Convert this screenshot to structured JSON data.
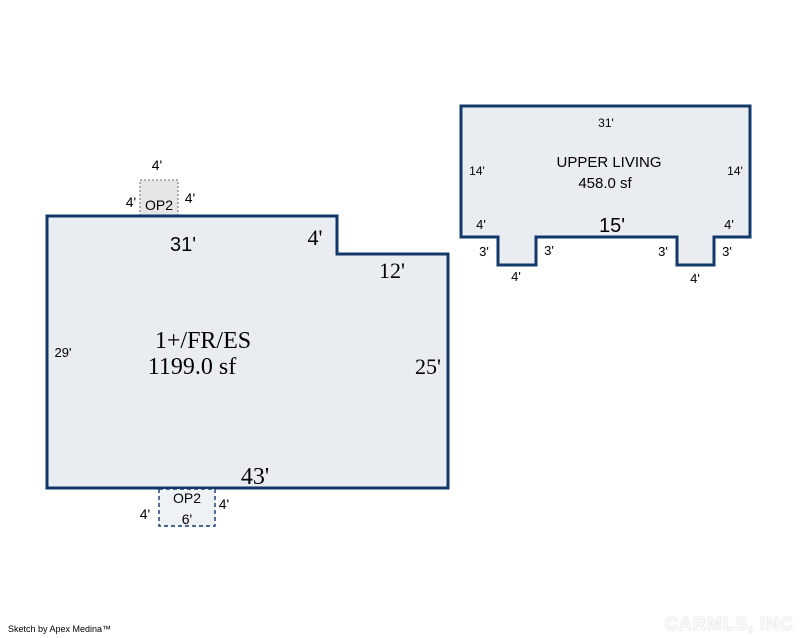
{
  "main_floor": {
    "name": "1+/FR/ES",
    "area": "1199.0 sf",
    "dims": {
      "top": "31'",
      "notch_drop": "4'",
      "notch_width": "12'",
      "left": "29'",
      "right": "25'",
      "bottom": "43'"
    }
  },
  "op_top": {
    "name": "OP2",
    "dims": {
      "top": "4'",
      "left": "4'",
      "right": "4'"
    }
  },
  "op_bottom": {
    "name": "OP2",
    "dims": {
      "width": "6'",
      "left": "4'",
      "right": "4'"
    }
  },
  "upper_living": {
    "name": "UPPER LIVING",
    "area": "458.0 sf",
    "dims": {
      "top": "31'",
      "left": "14'",
      "right": "14'",
      "mid_bottom": "15'",
      "left_corner": "4'",
      "right_corner": "4'",
      "left_notch_outer": "3'",
      "left_notch_inner": "3'",
      "left_notch_bottom": "4'",
      "right_notch_inner": "3'",
      "right_notch_outer": "3'",
      "right_notch_bottom": "4'"
    }
  },
  "footer": {
    "credit": "Sketch by Apex Medina™",
    "watermark": "CARMLS, INC"
  },
  "colors": {
    "outline": "#12386a",
    "fill": "#e9edf1"
  }
}
